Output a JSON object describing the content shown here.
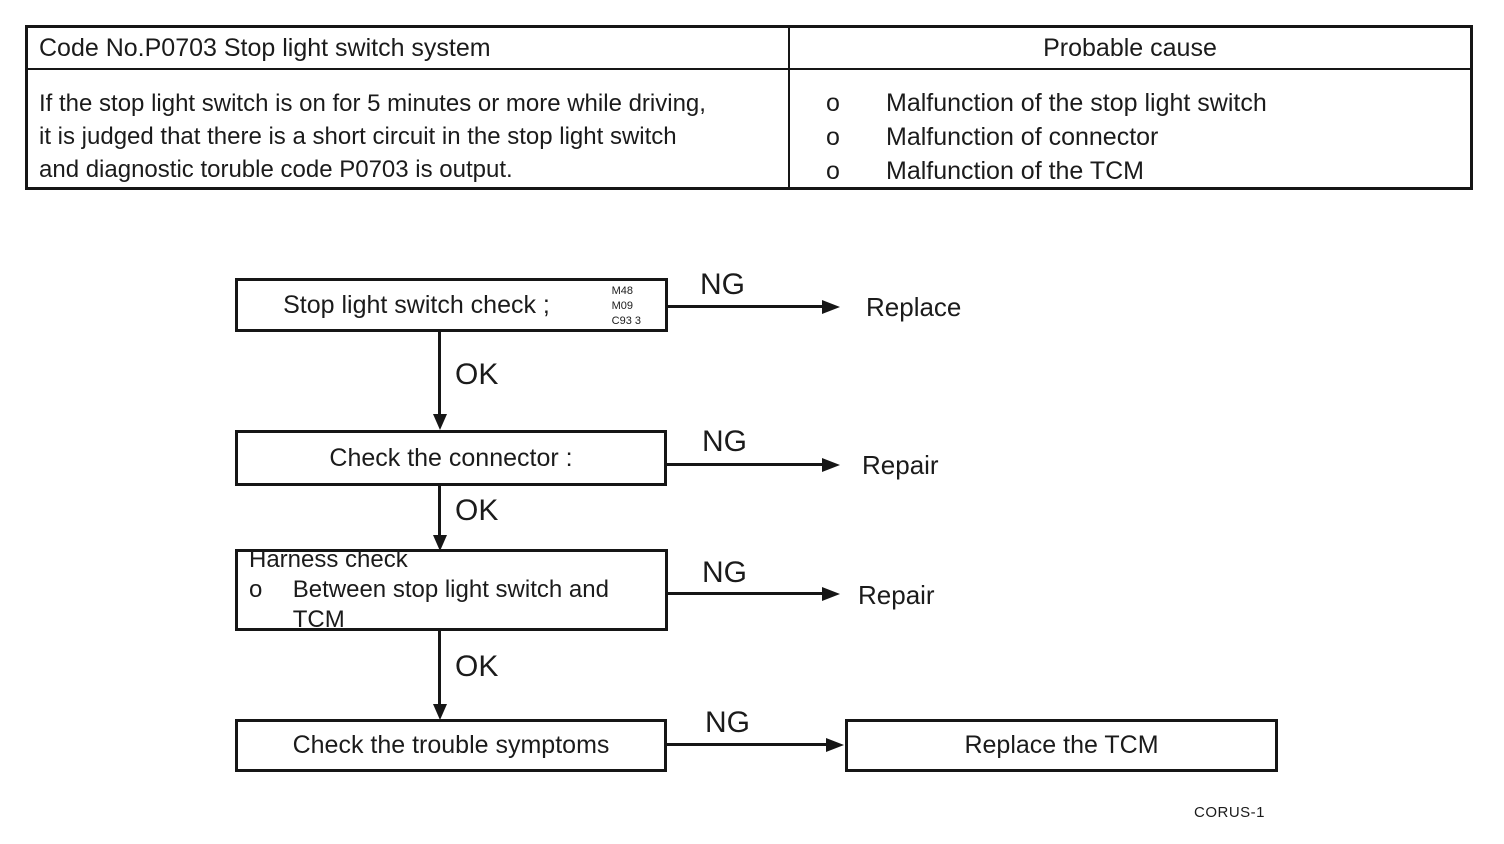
{
  "table": {
    "code_header": "Code No.P0703 Stop light switch system",
    "cause_header": "Probable cause",
    "description_lines": [
      "If the stop light switch is on for 5 minutes or more while driving,",
      "it is judged that there is a short circuit in the stop light switch",
      "and diagnostic toruble code P0703 is output."
    ],
    "causes": [
      {
        "bullet": "o",
        "text": "Malfunction of the stop light switch"
      },
      {
        "bullet": "o",
        "text": "Malfunction of connector"
      },
      {
        "bullet": "o",
        "text": "Malfunction of the TCM"
      }
    ]
  },
  "flowchart": {
    "steps": [
      {
        "label": "Stop light switch check ;",
        "connector_codes": [
          "M48",
          "M09",
          "C93 3"
        ],
        "ng_label": "NG",
        "ng_result": "Replace",
        "ok_label": "OK"
      },
      {
        "label": "Check the connector :",
        "ng_label": "NG",
        "ng_result": "Repair",
        "ok_label": "OK"
      },
      {
        "label": "Harness check",
        "sub_bullet": "o",
        "sub_text": "Between stop light switch and TCM",
        "ng_label": "NG",
        "ng_result": "Repair",
        "ok_label": "OK"
      },
      {
        "label": "Check the trouble symptoms",
        "ng_label": "NG"
      }
    ],
    "final_box_label": "Replace the TCM"
  },
  "page": {
    "footer_code": "CORUS-1"
  }
}
